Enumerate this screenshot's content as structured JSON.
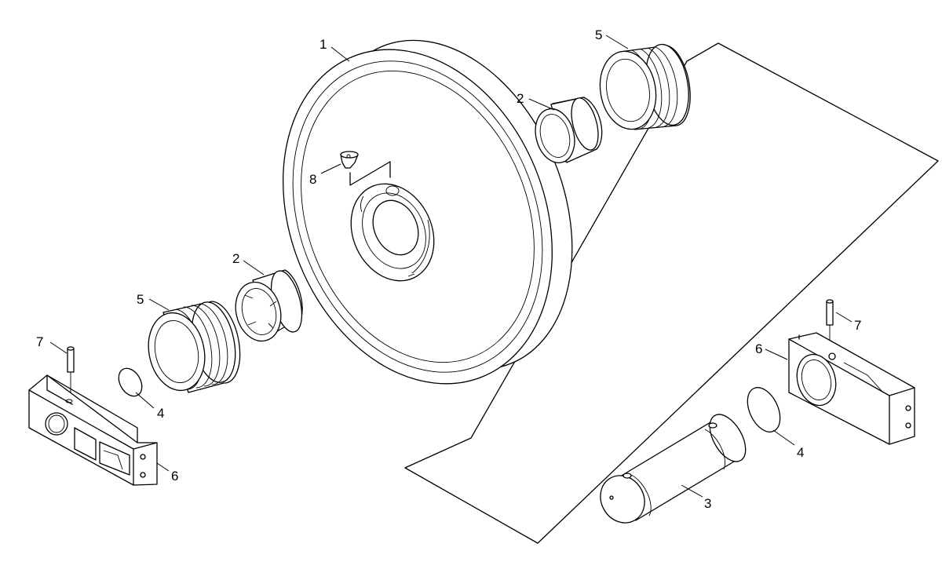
{
  "callouts": [
    {
      "id": "c1-wheel",
      "label": "1"
    },
    {
      "id": "c2-bushing-upper",
      "label": "2"
    },
    {
      "id": "c2-bushing-lower",
      "label": "2"
    },
    {
      "id": "c3-shaft",
      "label": "3"
    },
    {
      "id": "c4-oring-left",
      "label": "4"
    },
    {
      "id": "c4-oring-right",
      "label": "4"
    },
    {
      "id": "c5-seal-upper",
      "label": "5"
    },
    {
      "id": "c5-seal-left",
      "label": "5"
    },
    {
      "id": "c6-bracket-left",
      "label": "6"
    },
    {
      "id": "c6-bracket-right",
      "label": "6"
    },
    {
      "id": "c7-pin-left",
      "label": "7"
    },
    {
      "id": "c7-pin-right",
      "label": "7"
    },
    {
      "id": "c8-plug",
      "label": "8"
    }
  ]
}
